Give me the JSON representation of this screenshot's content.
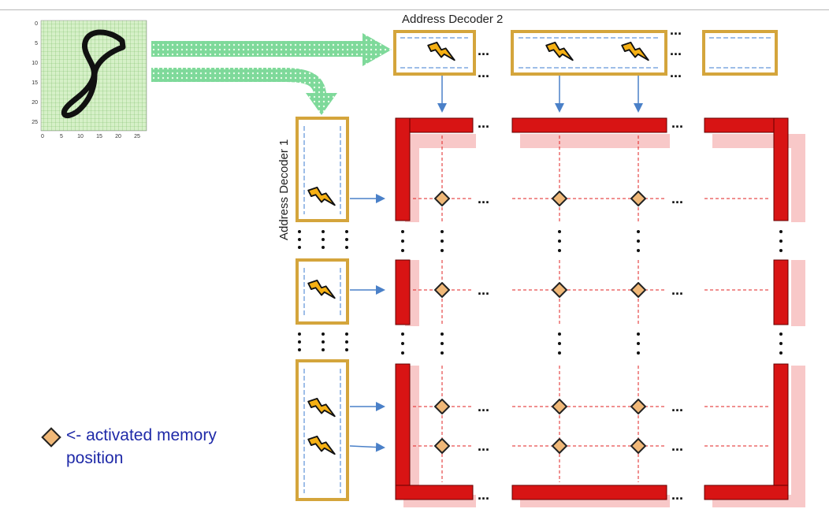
{
  "decoder2_label": "Address Decoder 2",
  "decoder1_label": "Address Decoder 1",
  "legend": {
    "line1": "<- activated memory",
    "line2": "position"
  },
  "digit_axis_ticks": {
    "y": [
      "0",
      "5",
      "10",
      "15",
      "20",
      "25"
    ],
    "x": [
      "0",
      "5",
      "10",
      "15",
      "20",
      "25"
    ]
  },
  "ellipsis": "...",
  "colors": {
    "frame_red": "#d81414",
    "decoder_gold": "#d4a53c",
    "arrow_green": "#7ed99a",
    "diamond_fill": "#f0b878",
    "legend_text": "#1f2aa8",
    "connector_blue": "#4a80c8"
  }
}
